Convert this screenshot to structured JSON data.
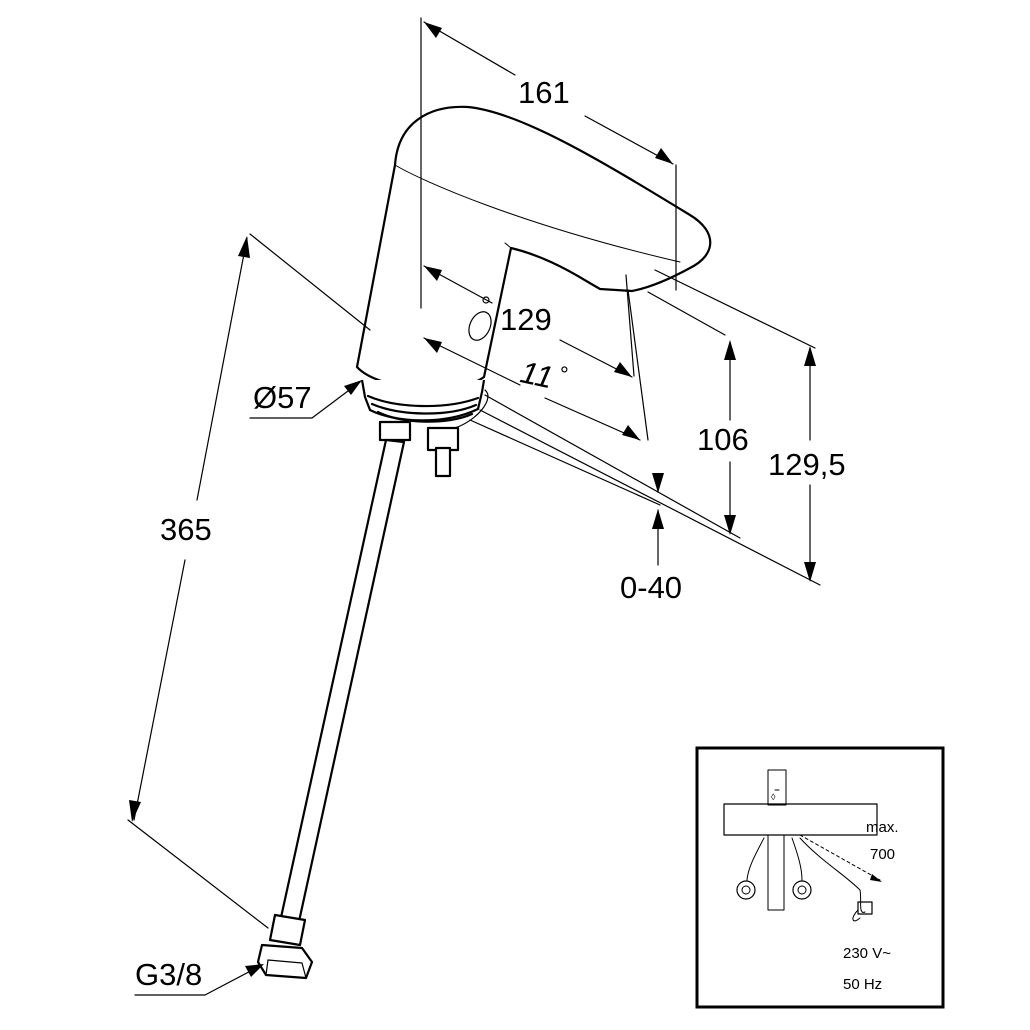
{
  "dimensions": {
    "width_161": "161",
    "reach_129": "129",
    "angle_11": "11",
    "degree": "°",
    "height_106": "106",
    "height_129_5": "129,5",
    "range_0_40": "0-40",
    "hose_365": "365",
    "diameter_57": "Ø57",
    "thread_g3_8": "G3/8"
  },
  "inset": {
    "max_label": "max.",
    "max_value": "700",
    "voltage": "230 V~",
    "frequency": "50 Hz"
  }
}
